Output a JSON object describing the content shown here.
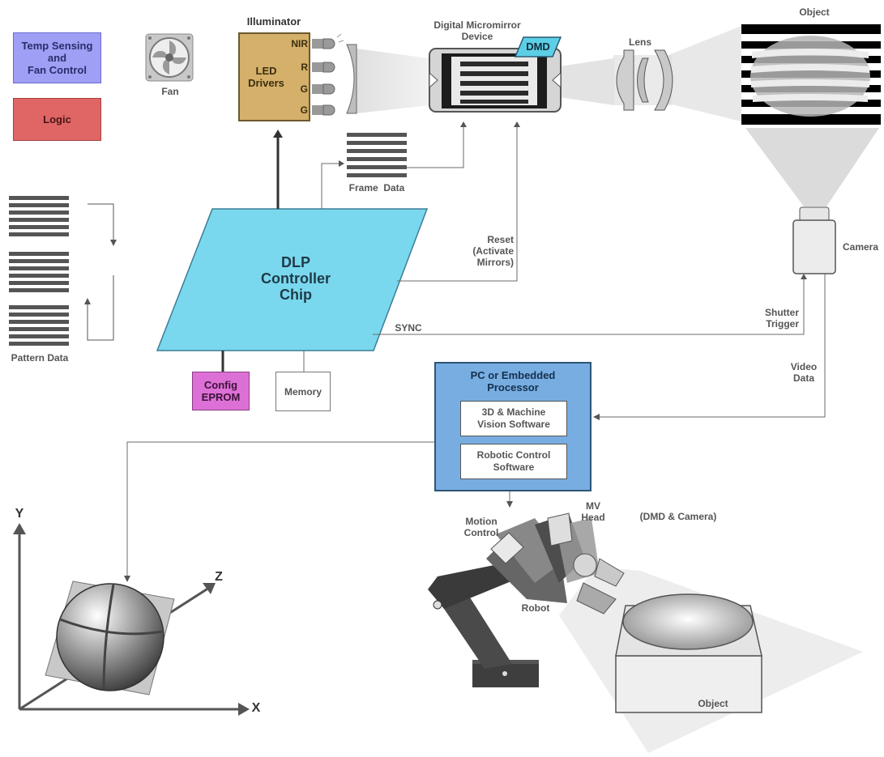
{
  "boxes": {
    "temp_fan_control": "Temp Sensing\nand\nFan Control",
    "logic": "Logic",
    "config_eprom": "Config\nEPROM",
    "memory": "Memory",
    "dlp_controller": "DLP\nController\nChip",
    "led_drivers": "LED\nDrivers",
    "processor_title": "PC or Embedded\nProcessor",
    "vision_software": "3D & Machine\nVision Software",
    "robotic_software": "Robotic Control\nSoftware"
  },
  "labels": {
    "fan": "Fan",
    "illuminator": "Illuminator",
    "nir": "NIR",
    "r": "R",
    "g1": "G",
    "g2": "G",
    "dmd_device": "Digital Micromirror\nDevice",
    "dmd_tag": "DMD",
    "lens": "Lens",
    "object_top": "Object",
    "camera": "Camera",
    "frame_data": "Frame  Data",
    "pattern_data": "Pattern Data",
    "reset": "Reset\n(Activate\nMirrors)",
    "sync": "SYNC",
    "shutter_trigger": "Shutter\nTrigger",
    "video_data": "Video\nData",
    "motion_control": "Motion\nControl",
    "mv_head": "MV\nHead",
    "dmd_camera": "(DMD & Camera)",
    "robot": "Robot",
    "object_bottom": "Object",
    "axis_y": "Y",
    "axis_z": "Z",
    "axis_x": "X"
  },
  "colors": {
    "temp_fan_control": "#9f9ff5",
    "logic": "#e06666",
    "config_eprom": "#dd70d6",
    "dlp_controller": "#7ad8ee",
    "led_drivers": "#d4b06a",
    "processor": "#78ade2",
    "dmd_tag": "#5ccfe6",
    "line": "#6b6b6b"
  }
}
